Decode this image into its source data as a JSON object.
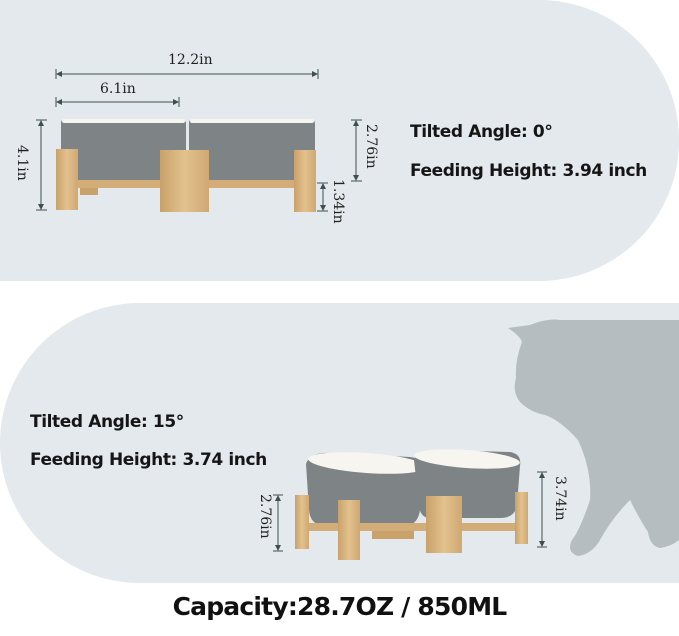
{
  "top_panel": {
    "tilt_label": "Tilted Angle: 0°",
    "height_label": "Feeding Height: 3.94 inch",
    "dimensions": {
      "total_width": "12.2in",
      "bowl_width": "6.1in",
      "total_height": "4.1in",
      "bowl_height": "2.76in",
      "stand_clearance": "1.34in"
    }
  },
  "bottom_panel": {
    "tilt_label": "Tilted Angle: 15°",
    "height_label": "Feeding Height: 3.74 inch",
    "dimensions": {
      "bowl_height": "2.76in",
      "total_height": "3.74in"
    }
  },
  "footer": {
    "capacity": "Capacity:28.7OZ / 850ML"
  },
  "colors": {
    "panel_bg": "#e3e9ec",
    "bowl_gray": "#7e8385",
    "bowl_interior": "#f7f5ef",
    "bamboo": "#d8b47e",
    "cat_silhouette": "#b5bdc0",
    "dimension_line": "#3e4e52"
  }
}
